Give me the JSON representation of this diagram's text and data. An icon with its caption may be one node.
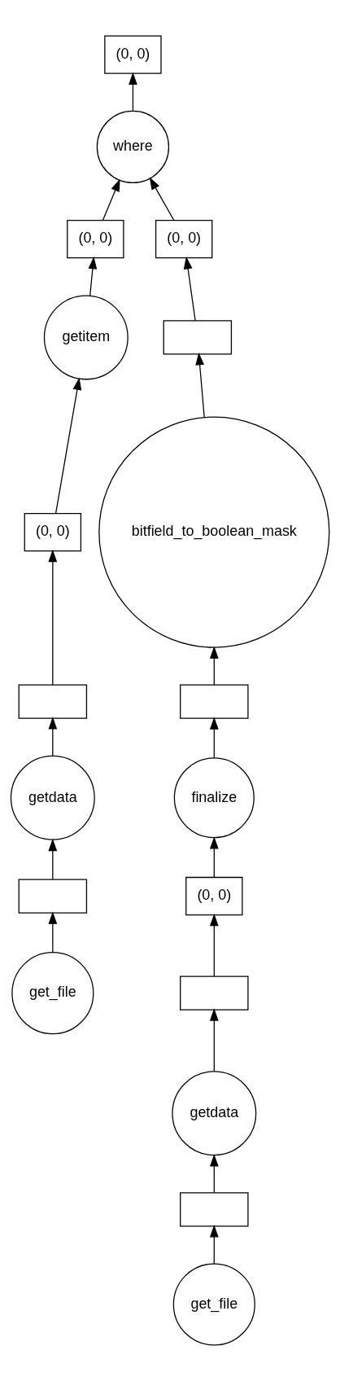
{
  "diagram": {
    "nodes": [
      {
        "text": [
          "(0, 0)"
        ]
      },
      {
        "text": [
          "where"
        ]
      },
      {
        "text": [
          "(0, 0)"
        ]
      },
      {
        "text": [
          "(0, 0)"
        ]
      },
      {
        "text": [
          "getitem"
        ]
      },
      {
        "text": [],
        "shape": "box"
      },
      {
        "text": [
          "(0, 0)"
        ]
      },
      {
        "text": [
          "bitfield_to_boolean_mask"
        ]
      },
      {
        "text": [],
        "shape": "box"
      },
      {
        "text": [],
        "shape": "box"
      },
      {
        "text": [
          "getdata"
        ]
      },
      {
        "text": [
          "finalize"
        ]
      },
      {
        "text": [],
        "shape": "box"
      },
      {
        "text": [
          "(0, 0)"
        ]
      },
      {
        "text": [
          "get_file"
        ]
      },
      {
        "text": [],
        "shape": "box"
      },
      {
        "text": [
          "getdata"
        ]
      },
      {
        "text": [],
        "shape": "box"
      },
      {
        "text": [
          "get_file"
        ]
      }
    ],
    "edges": [
      {
        "from": 1,
        "to": 0,
        "arrow": "to"
      },
      {
        "from": 2,
        "to": 1,
        "arrow": "to"
      },
      {
        "from": 3,
        "to": 1,
        "arrow": "to"
      },
      {
        "from": 4,
        "to": 2,
        "arrow": "to"
      },
      {
        "from": 5,
        "to": 3,
        "arrow": "to"
      },
      {
        "from": 6,
        "to": 4,
        "arrow": "to"
      },
      {
        "from": 7,
        "to": 5,
        "arrow": "to"
      },
      {
        "from": 8,
        "to": 6,
        "arrow": "to"
      },
      {
        "from": 9,
        "to": 7,
        "arrow": "to"
      },
      {
        "from": 10,
        "to": 8,
        "arrow": "to"
      },
      {
        "from": 11,
        "to": 9,
        "arrow": "to"
      },
      {
        "from": 12,
        "to": 10,
        "arrow": "to"
      },
      {
        "from": 13,
        "to": 11,
        "arrow": "to"
      },
      {
        "from": 14,
        "to": 12,
        "arrow": "to"
      },
      {
        "from": 15,
        "to": 13,
        "arrow": "to"
      },
      {
        "from": 16,
        "to": 15,
        "arrow": "to"
      },
      {
        "from": 17,
        "to": 16,
        "arrow": "to"
      },
      {
        "from": 18,
        "to": 17,
        "arrow": "to"
      }
    ]
  }
}
